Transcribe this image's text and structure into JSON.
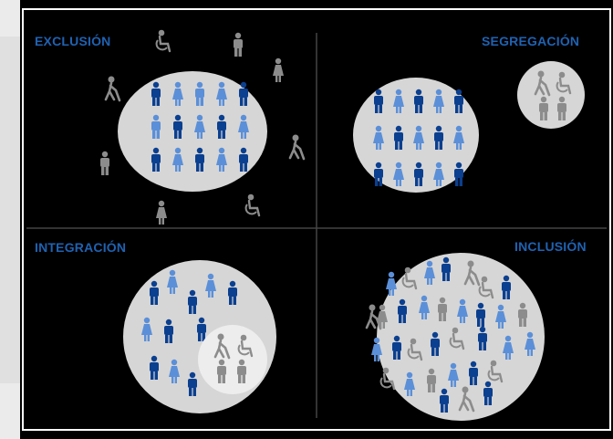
{
  "quadrants": {
    "exclusion": {
      "title": "EXCLUSIÓN"
    },
    "segregation": {
      "title": "SEGREGACIÓN"
    },
    "integration": {
      "title": "INTEGRACIÓN"
    },
    "inclusion": {
      "title": "INCLUSIÓN"
    }
  },
  "colors": {
    "dark_blue": "#0b3f8f",
    "light_blue": "#5b8fd8",
    "gray_figure": "#8c8c8c",
    "circle_gray": "#d6d6d6",
    "inner_circle": "#ededed",
    "title_blue": "#1f62b2"
  },
  "icons": [
    "person-icon",
    "wheelchair-icon",
    "blind-person-icon"
  ]
}
